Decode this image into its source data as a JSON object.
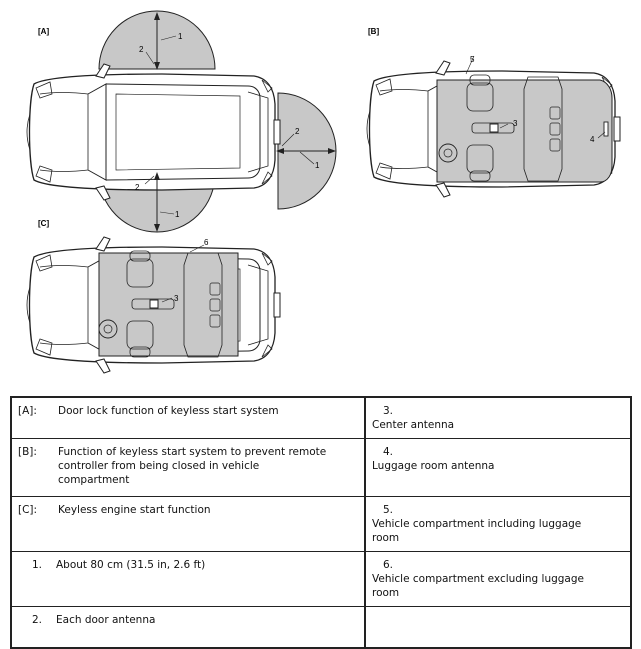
{
  "panels": {
    "a": "[A]",
    "b": "[B]",
    "c": "[C]"
  },
  "callouts": {
    "one": "1",
    "two": "2",
    "three": "3",
    "four": "4",
    "five": "5",
    "six": "6"
  },
  "legend": {
    "rows": [
      {
        "lk": "[A]:",
        "lt": "Door lock function of keyless start system",
        "rk": "3.",
        "rt": "Center antenna"
      },
      {
        "lk": "[B]:",
        "lt": "Function of keyless start system to prevent remote controller from being closed in vehicle compartment",
        "rk": "4.",
        "rt": "Luggage room antenna"
      },
      {
        "lk": "[C]:",
        "lt": "Keyless engine start function",
        "rk": "5.",
        "rt": "Vehicle compartment including luggage room"
      },
      {
        "lk": "1.",
        "lt": "About 80 cm (31.5 in, 2.6 ft)",
        "rk": "6.",
        "rt": "Vehicle compartment excluding luggage room"
      },
      {
        "lk": "2.",
        "lt": "Each door antenna",
        "rk": "",
        "rt": ""
      }
    ]
  },
  "colors": {
    "zone_fill": "#c8c8c8",
    "line": "#222222"
  }
}
